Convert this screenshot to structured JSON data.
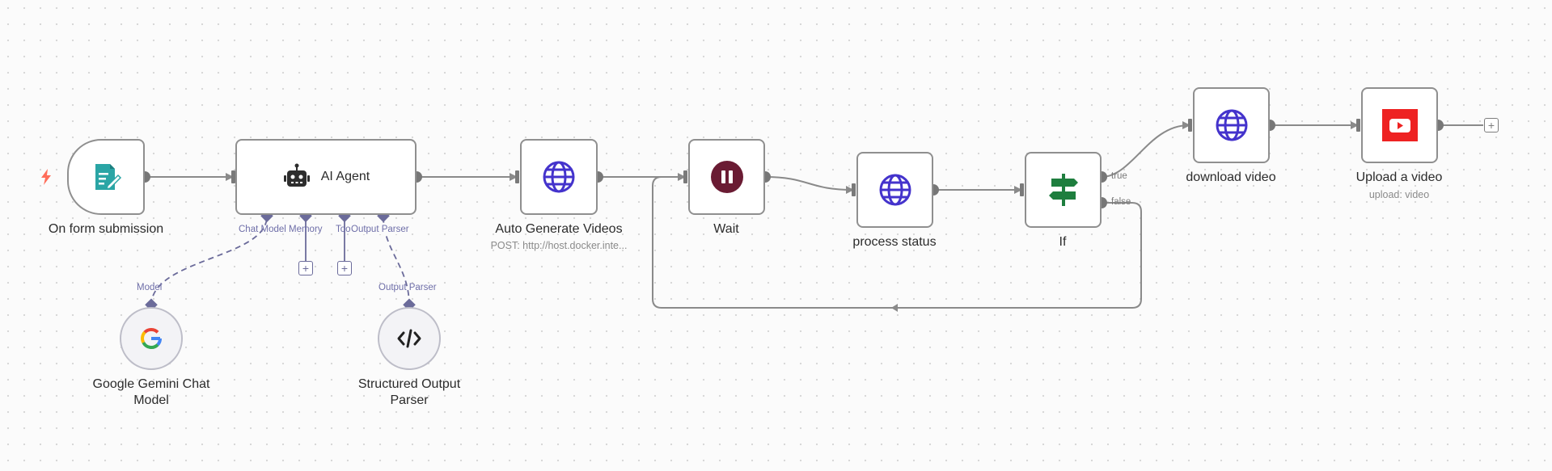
{
  "nodes": {
    "form_trigger": {
      "label": "On form submission"
    },
    "ai_agent": {
      "title": "AI Agent"
    },
    "auto_generate": {
      "label": "Auto Generate Videos",
      "subtitle": "POST: http://host.docker.inte..."
    },
    "wait": {
      "label": "Wait"
    },
    "process_status": {
      "label": "process status"
    },
    "if_node": {
      "label": "If",
      "true_label": "true",
      "false_label": "false"
    },
    "download_video": {
      "label": "download video"
    },
    "upload_video": {
      "label": "Upload a video",
      "subtitle": "upload: video"
    },
    "gemini": {
      "label_line1": "Google Gemini Chat",
      "label_line2": "Model",
      "port_label": "Model"
    },
    "parser": {
      "label_line1": "Structured Output",
      "label_line2": "Parser",
      "port_label": "Output Parser"
    }
  },
  "agent_ports": {
    "chat_model": "Chat Model",
    "memory": "Memory",
    "tool": "Tool",
    "output_parser": "Output Parser"
  },
  "add_symbol": "+",
  "icons": {
    "trigger": "lightning-bolt-icon",
    "form": "form-edit-icon",
    "agent": "robot-icon",
    "http": "globe-icon",
    "wait": "pause-icon",
    "if": "signpost-icon",
    "youtube": "youtube-icon",
    "gemini": "google-g-icon",
    "parser": "code-icon"
  },
  "colors": {
    "edge": "#8a8a8a",
    "sub_edge": "#6b6b9a",
    "globe": "#4433cc",
    "form": "#2aa5a5",
    "wait": "#6a1b33",
    "if": "#1e7e3e",
    "youtube": "#ee2222",
    "trigger_bolt": "#ff6d5a"
  }
}
